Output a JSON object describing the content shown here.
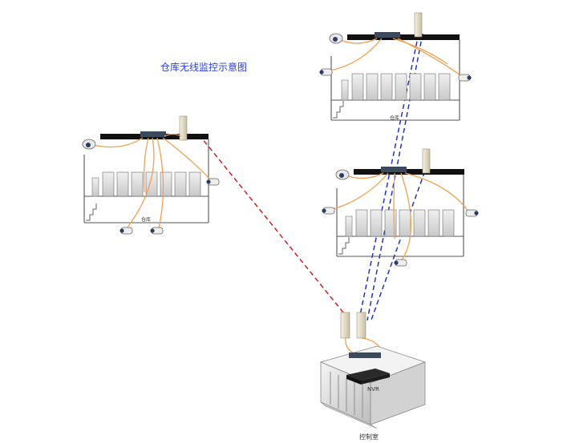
{
  "title": "仓库无线监控示意图",
  "warehouse_label": "仓库",
  "nvr_label": "NVR",
  "control_room_label": "控制室",
  "colors": {
    "title": "#2a3fd6",
    "cable": "#f0a050",
    "link_red": "#cc2222",
    "link_blue": "#2233bb",
    "beam": "#111111"
  },
  "icons": [
    "dome-camera-icon",
    "bullet-camera-icon",
    "switch-icon",
    "antenna-icon",
    "nvr-icon",
    "building-icon"
  ]
}
